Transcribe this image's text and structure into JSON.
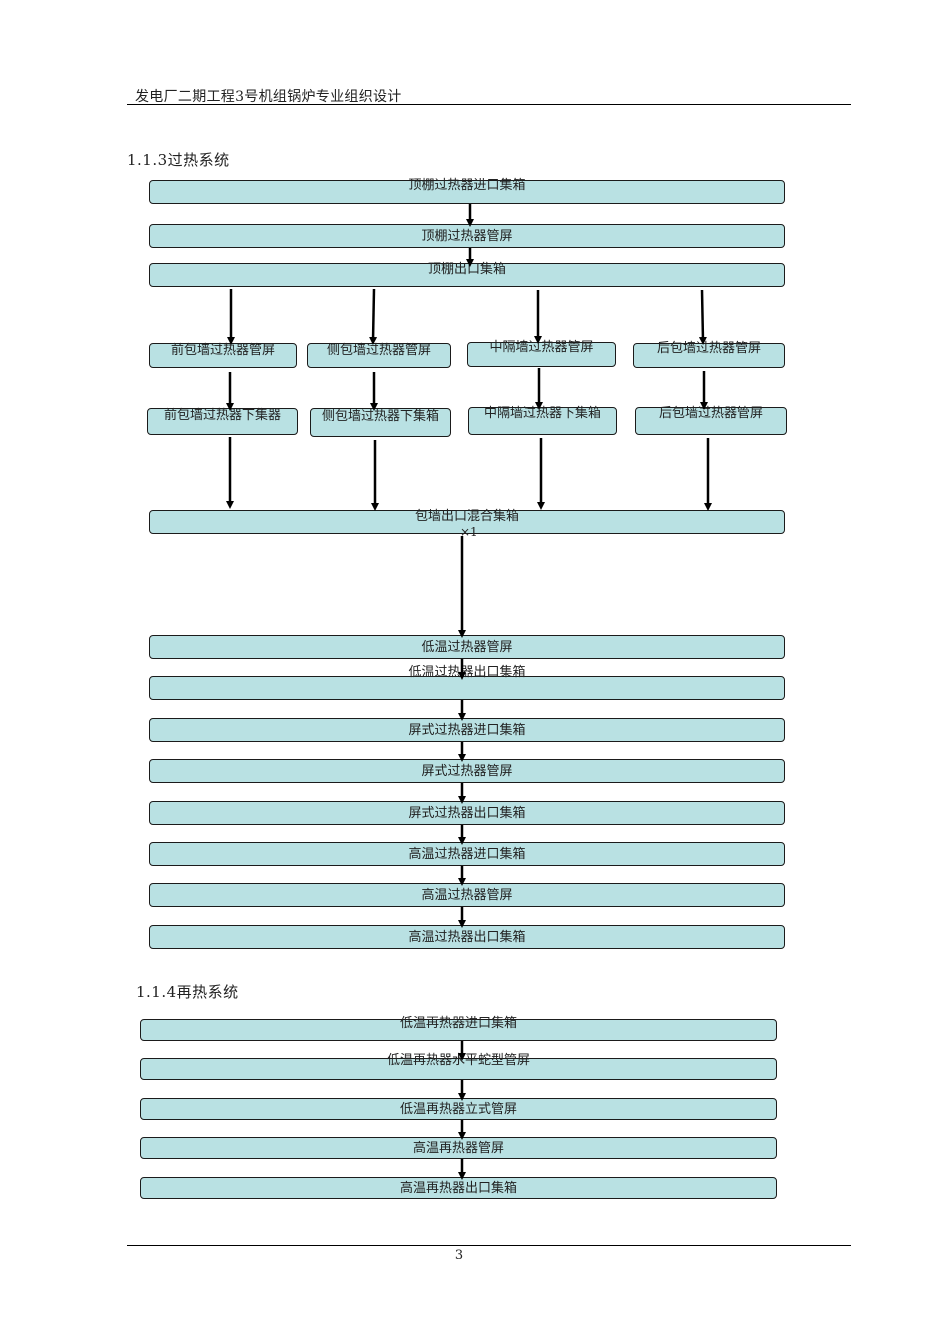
{
  "header": {
    "title": "发电厂二期工程3号机组锅炉专业组织设计"
  },
  "sections": {
    "superheat": {
      "title": "1.1.3过热系统",
      "roof_inlet": "顶棚过热器进口集箱",
      "roof_panel": "顶棚过热器管屏",
      "roof_outlet": "顶棚出口集箱",
      "front_panel": "前包墙过热器管屏",
      "side_panel": "侧包墙过热器管屏",
      "mid_panel": "中隔墙过热器管屏",
      "rear_panel": "后包墙过热器管屏",
      "front_lower": "前包墙过热器下集器",
      "side_lower": "侧包墙过热器下集箱",
      "mid_lower": "中隔墙过热器下集箱",
      "rear_panel2": "后包墙过热器管屏",
      "mix_header": "包墙出口混合集箱",
      "mix_note": "×1",
      "lt_panel": "低温过热器管屏",
      "lt_outlet": "低温过热器出口集箱",
      "platen_inlet": "屏式过热器进口集箱",
      "platen_panel": "屏式过热器管屏",
      "platen_outlet": "屏式过热器出口集箱",
      "ht_inlet": "高温过热器进口集箱",
      "ht_panel": "高温过热器管屏",
      "ht_outlet": "高温过热器出口集箱"
    },
    "reheat": {
      "title": "1.1.4再热系统",
      "lt_inlet": "低温再热器进口集箱",
      "lt_horizontal": "低温再热器水平蛇型管屏",
      "lt_vertical": "低温再热器立式管屏",
      "ht_panel": "高温再热器管屏",
      "ht_outlet": "高温再热器出口集箱"
    }
  },
  "footer": {
    "page_number": "3"
  }
}
